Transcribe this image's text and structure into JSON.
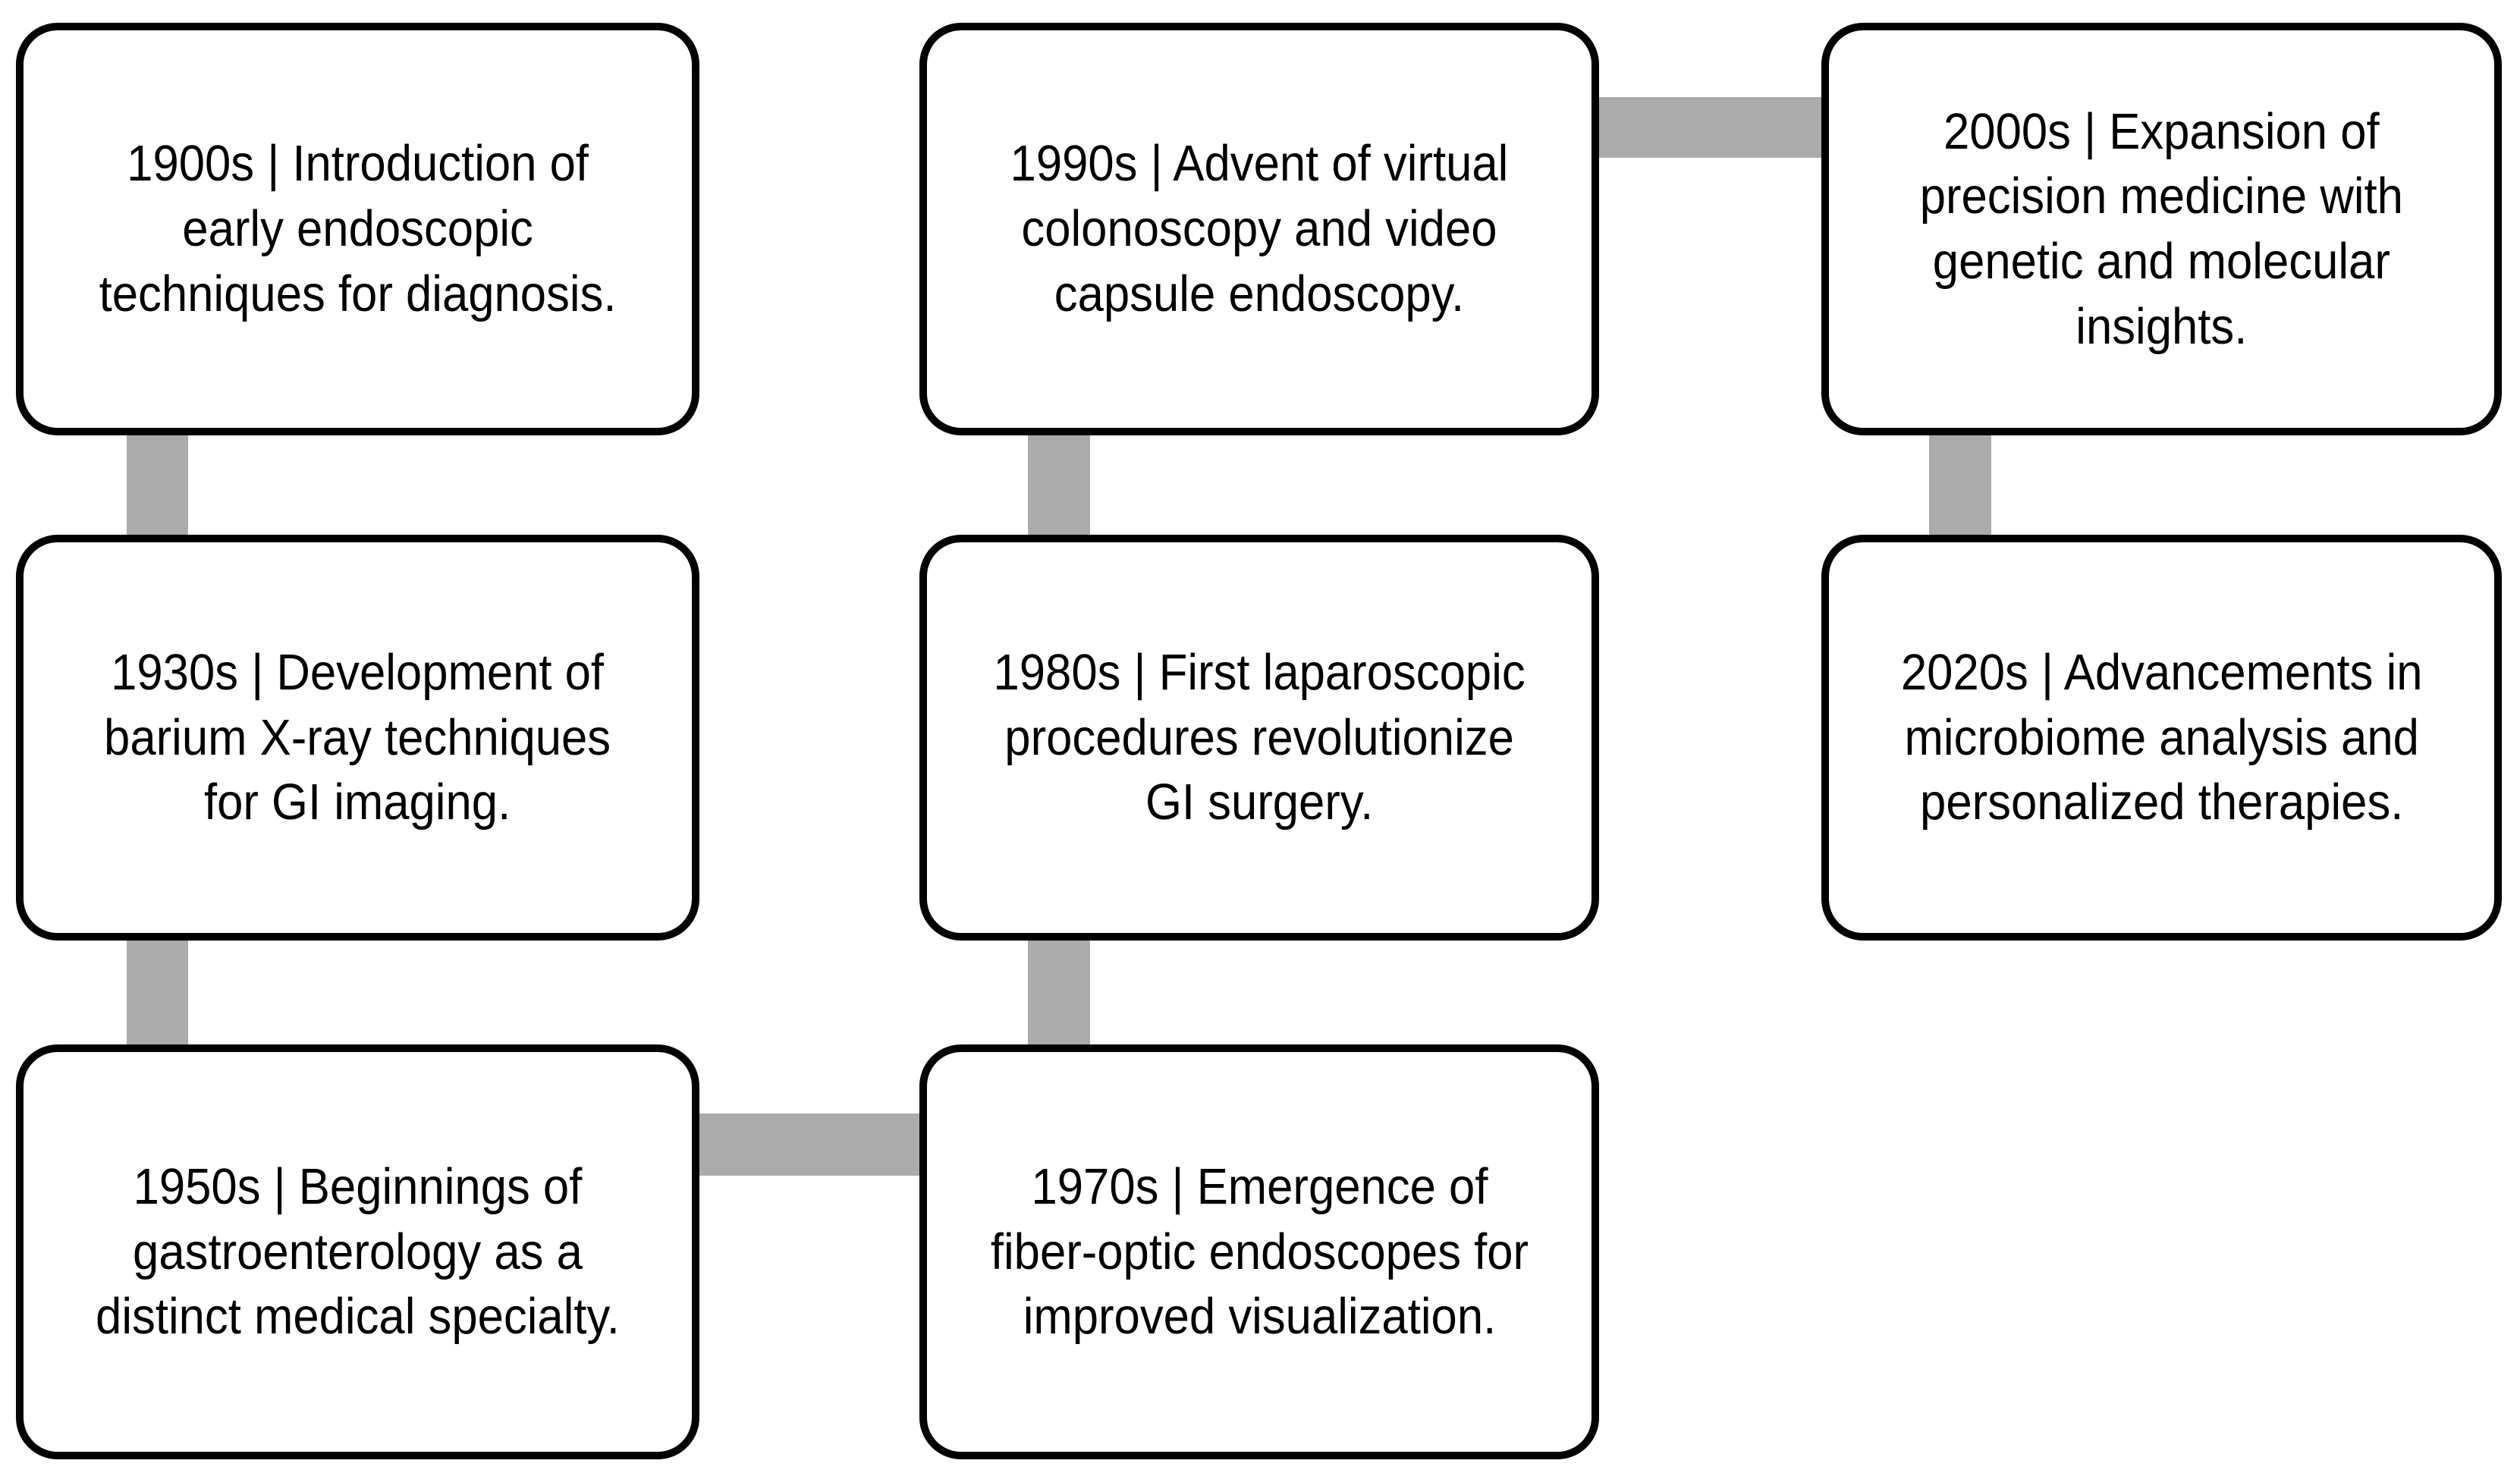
{
  "diagram": {
    "type": "timeline-flowchart",
    "boxes": {
      "b1900s": {
        "era": "1900s",
        "label": "1900s | Introduction of\nearly endoscopic\ntechniques for diagnosis."
      },
      "b1930s": {
        "era": "1930s",
        "label": "1930s | Development of\nbarium X-ray techniques\nfor GI imaging."
      },
      "b1950s": {
        "era": "1950s",
        "label": "1950s | Beginnings of\ngastroenterology as a\ndistinct medical specialty."
      },
      "b1970s": {
        "era": "1970s",
        "label": "1970s | Emergence of\nfiber-optic endoscopes for\nimproved visualization."
      },
      "b1980s": {
        "era": "1980s",
        "label": "1980s | First laparoscopic\nprocedures revolutionize\nGI surgery."
      },
      "b1990s": {
        "era": "1990s",
        "label": "1990s | Advent of virtual\ncolonoscopy and video\ncapsule endoscopy."
      },
      "b2000s": {
        "era": "2000s",
        "label": "2000s | Expansion of\nprecision medicine with\ngenetic and molecular\ninsights."
      },
      "b2020s": {
        "era": "2020s",
        "label": "2020s | Advancements in\nmicrobiome analysis and\npersonalized therapies."
      }
    },
    "flow_order": [
      "1900s",
      "1930s",
      "1950s",
      "1970s",
      "1980s",
      "1990s",
      "2000s",
      "2020s"
    ],
    "colors": {
      "bg": "#FFFFFF",
      "box-border": "#000000",
      "box-fill": "#FFFFFF",
      "connector": "#ABABAB",
      "text": "#000000"
    }
  }
}
